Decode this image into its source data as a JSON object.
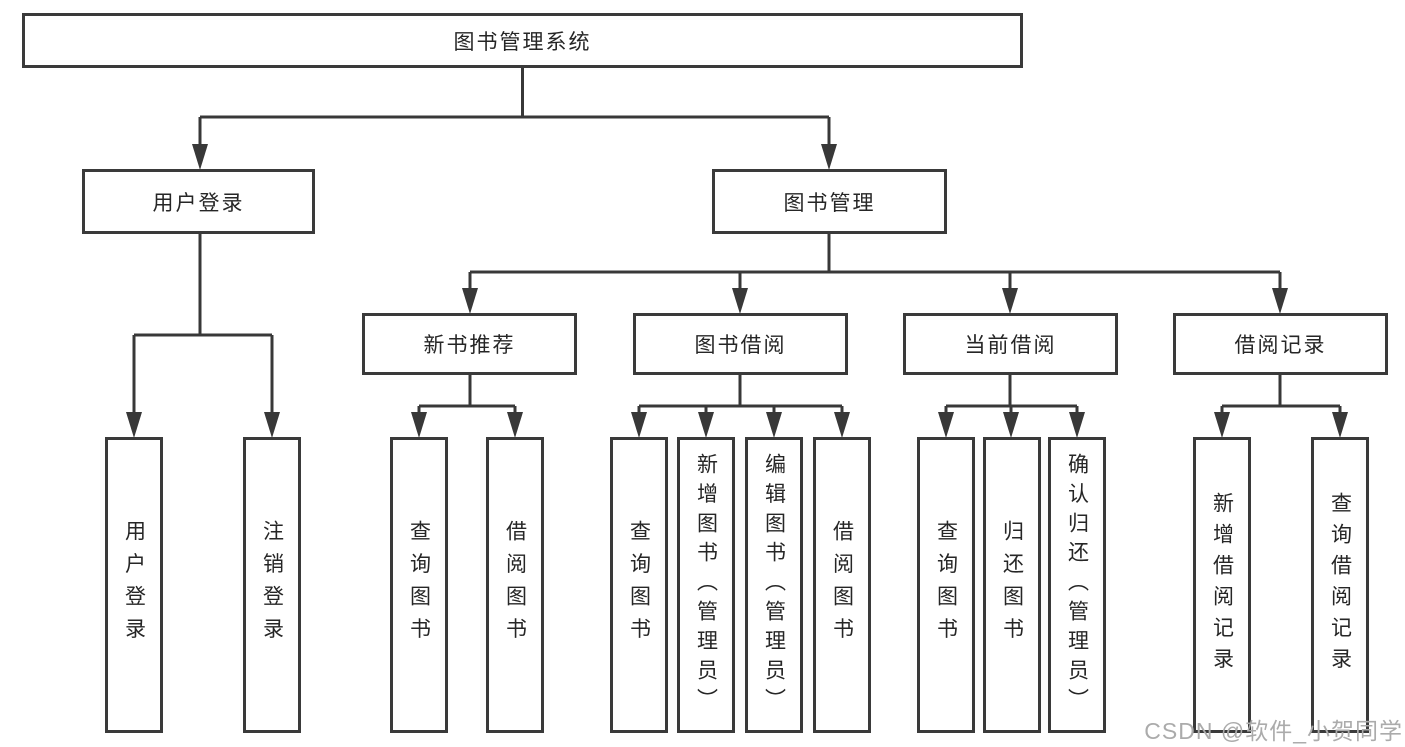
{
  "diagram": {
    "title": "图书管理系统",
    "level2": [
      {
        "id": "user-login",
        "label": "用户登录"
      },
      {
        "id": "book-management",
        "label": "图书管理"
      }
    ],
    "level3": [
      {
        "id": "new-book-recommend",
        "label": "新书推荐"
      },
      {
        "id": "book-borrowing",
        "label": "图书借阅"
      },
      {
        "id": "current-borrowing",
        "label": "当前借阅"
      },
      {
        "id": "borrowing-records",
        "label": "借阅记录"
      }
    ],
    "leaves": {
      "login": [
        "用户登录",
        "注销登录"
      ],
      "recommend": [
        "查询图书",
        "借阅图书"
      ],
      "borrowing": [
        "查询图书",
        "新增图书（管理员）",
        "编辑图书（管理员）",
        "借阅图书"
      ],
      "current": [
        "查询图书",
        "归还图书",
        "确认归还（管理员）"
      ],
      "records": [
        "新增借阅记录",
        "查询借阅记录"
      ]
    }
  },
  "watermark": {
    "text": "CSDN @软件_小贺同学"
  },
  "colors": {
    "line": "#383838",
    "box_border": "#3a3a3a",
    "text": "#262626",
    "watermark": "#ababab",
    "background": "#ffffff"
  }
}
